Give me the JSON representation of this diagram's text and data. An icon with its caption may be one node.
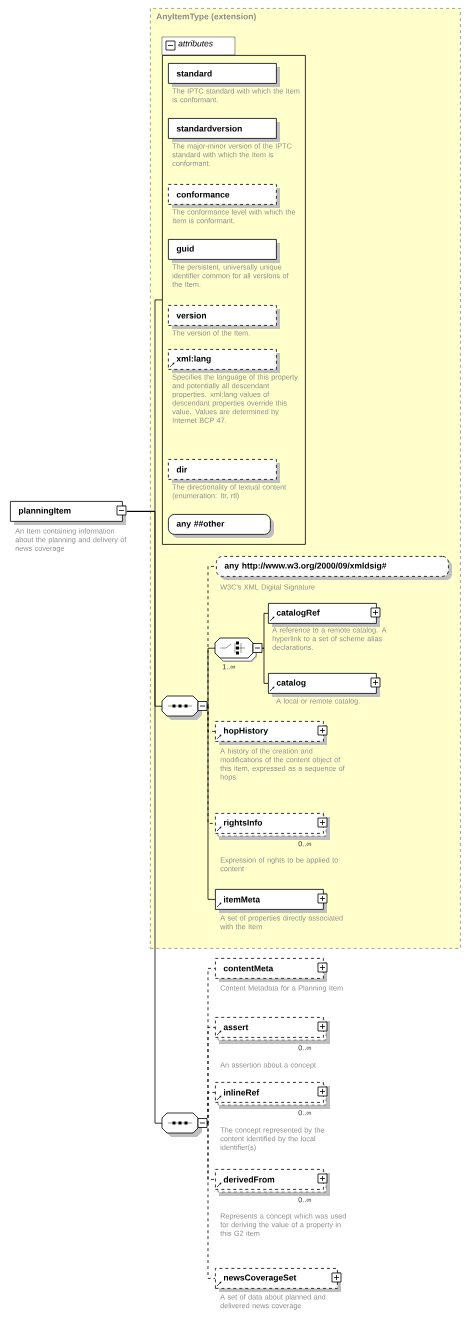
{
  "diagram": {
    "nodes": [
      {
        "text": [
          "planningItem"
        ],
        "beside": [
          "An Item containing information about the planning and delivery of news coverage"
        ]
      },
      {
        "text": [
          "**AnyItemType** (extension)"
        ]
      },
      {
        "text": [
          "attributes"
        ],
        "in": 1
      },
      {
        "text": [
          "standard"
        ],
        "in": 2,
        "beside": [
          "The IPTC standard with which the Item is conformant."
        ]
      },
      {
        "text": [
          "standardversion"
        ],
        "in": 2,
        "beside": [
          "The major-minor version of the IPTC standard with which the Item is conformant."
        ]
      },
      {
        "text": [
          "conformance"
        ],
        "in": 2,
        "beside": [
          "The conformance level with which the Item is conformant."
        ]
      },
      {
        "text": [
          "guid"
        ],
        "in": 2,
        "beside": [
          "The persistent, universally unique identifier common for all versions of the Item."
        ]
      },
      {
        "text": [
          "version"
        ],
        "in": 2,
        "beside": [
          "The version of the Item."
        ]
      },
      {
        "text": [
          "xml:lang"
        ],
        "in": 2,
        "beside": [
          "Specifies the language of this property and potentially all descendant properties. xml:lang values of descendant properties override this value. Values are determined by Internet BCP 47."
        ]
      },
      {
        "text": [
          "dir"
        ],
        "in": 2,
        "beside": [
          "The directionality of textual content (enumeration: ltr, rtl)"
        ]
      },
      {
        "text": [
          "any **##other**"
        ],
        "in": 2
      },
      {
        "text": [],
        "shape": "octagon",
        "in": 1
      },
      {
        "text": [
          "any **http://www.w3.org/2000/09/xmldsig#**"
        ],
        "in": 1,
        "beside": [
          "W3C's XML Digital Signature"
        ]
      },
      {
        "text": [],
        "shape": "octagon",
        "in": 1,
        "beside": [
          "1..∞"
        ]
      },
      {
        "text": [
          "catalogRef"
        ],
        "in": 1,
        "beside": [
          "A reference to a remote catalog. A hyperlink to a set of scheme alias declarations."
        ]
      },
      {
        "text": [
          "catalog"
        ],
        "in": 1,
        "beside": [
          "A local or remote catalog."
        ]
      },
      {
        "text": [
          "hopHistory"
        ],
        "in": 1,
        "beside": [
          "A history of the creation and modifications of the content object of this item, expressed as a sequence of hops."
        ]
      },
      {
        "text": [
          "rightsInfo"
        ],
        "in": 1,
        "beside": [
          "0..∞",
          "Expression of rights to be applied to content"
        ]
      },
      {
        "text": [
          "itemMeta"
        ],
        "in": 1,
        "beside": [
          "A set of properties directly associated with the Item"
        ]
      },
      {
        "text": [],
        "shape": "octagon"
      },
      {
        "text": [
          "contentMeta"
        ],
        "beside": [
          "Content Metadata for a Planning Item"
        ]
      },
      {
        "text": [
          "assert"
        ],
        "beside": [
          "0..∞",
          "An assertion about a concept"
        ]
      },
      {
        "text": [
          "inlineRef"
        ],
        "beside": [
          "0..∞",
          "The concept represented by the content identified by the local identifier(s)"
        ]
      },
      {
        "text": [
          "derivedFrom"
        ],
        "beside": [
          "0..∞",
          "Represents a concept which was used for deriving the value of a property in this G2 item"
        ]
      },
      {
        "text": [
          "newsCoverageSet"
        ],
        "beside": [
          "A set of data about planned and delivered news coverage"
        ]
      }
    ],
    "edges": [
      {
        "from": 0,
        "to": 2,
        "arrow": "none"
      },
      {
        "from": 0,
        "to": 11,
        "arrow": "none"
      },
      {
        "from": 0,
        "to": 19,
        "arrow": "none"
      },
      {
        "from": 11,
        "to": 12,
        "arrow": "none",
        "style": "dashed"
      },
      {
        "from": 11,
        "to": 13,
        "arrow": "none"
      },
      {
        "from": 13,
        "to": 14,
        "arrow": "none"
      },
      {
        "from": 13,
        "to": 15,
        "arrow": "none"
      },
      {
        "from": 11,
        "to": 16,
        "arrow": "none",
        "style": "dashed"
      },
      {
        "from": 11,
        "to": 17,
        "arrow": "none",
        "style": "dashed"
      },
      {
        "from": 11,
        "to": 18,
        "arrow": "none"
      },
      {
        "from": 19,
        "to": 20,
        "arrow": "none",
        "style": "dashed"
      },
      {
        "from": 19,
        "to": 21,
        "arrow": "none",
        "style": "dashed"
      },
      {
        "from": 19,
        "to": 22,
        "arrow": "none",
        "style": "dashed"
      },
      {
        "from": 19,
        "to": 23,
        "arrow": "none",
        "style": "dashed"
      },
      {
        "from": 19,
        "to": 24,
        "arrow": "none",
        "style": "dashed"
      }
    ]
  }
}
